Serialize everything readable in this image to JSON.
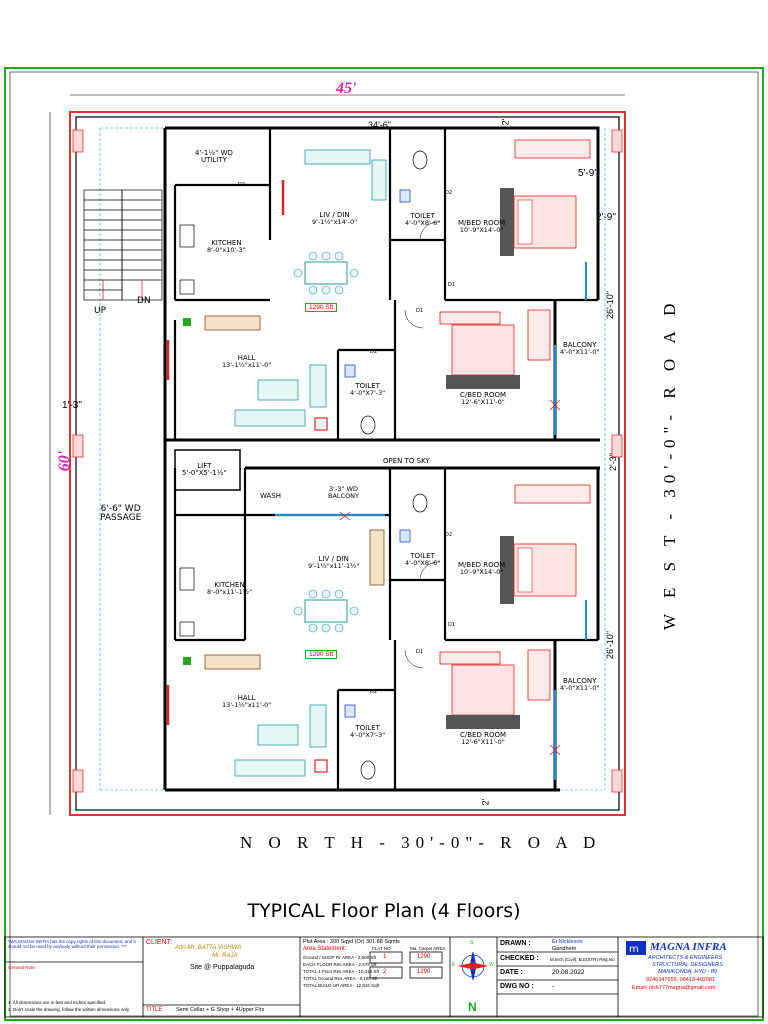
{
  "plot": {
    "width_dim": "45'",
    "depth_dim": "60'",
    "inner_width_dim": "34'-6\"",
    "side_setback_top": "2'",
    "side_setback_bottom": "2'",
    "left_setback": "1'-3\"",
    "right_dims": [
      "5'-9\"",
      "2'-9\"",
      "26'-10\"",
      "2'-3\"",
      "26'-10\""
    ]
  },
  "roads": {
    "north": "N O R T H - 30'-0\"- R O A D",
    "west": "W E S T - 30'-0\"- R O A D"
  },
  "stairs": {
    "up": "UP",
    "dn": "DN"
  },
  "passage": {
    "label": "6'-6\" WD",
    "label2": "PASSAGE"
  },
  "open_to_sky": "OPEN TO SKY",
  "lift": {
    "name": "LIFT",
    "size": "5'-0\"X5'-1½\""
  },
  "wash": "WASH",
  "balcony_mid": {
    "name": "3'-3\" WD",
    "name2": "BALCONY"
  },
  "doors": {
    "d1": "D1",
    "d2": "D2"
  },
  "unit1": {
    "utility": {
      "name": "4'-1½\" WD",
      "name2": "UTILITY"
    },
    "kitchen": {
      "name": "KITCHEN",
      "size": "8'-0\"x10'-3\""
    },
    "liv": {
      "name": "LIV / DIN",
      "size": "9'-1½\"x14'-0\""
    },
    "area": "1290 Sft",
    "hall": {
      "name": "HALL",
      "size": "13'-1½\"x11'-0\""
    },
    "toilet1": {
      "name": "TOILET",
      "size": "4'-0\"X8'-6\""
    },
    "toilet2": {
      "name": "TOILET",
      "size": "4'-0\"X7'-3\""
    },
    "mbed": {
      "name": "M/BED ROOM",
      "size": "10'-9\"X14'-0\""
    },
    "cbed": {
      "name": "C/BED ROOM",
      "size": "12'-6\"X11'-0\""
    },
    "balcony": {
      "name": "BALCONY",
      "size": "4'-0\"X11'-0\""
    }
  },
  "unit2": {
    "kitchen": {
      "name": "KITCHEN",
      "size": "8'-0\"x11'-1½\""
    },
    "liv": {
      "name": "LIV / DIN",
      "size": "9'-1½\"x11'-1½\""
    },
    "area": "1290 Sft",
    "hall": {
      "name": "HALL",
      "size": "13'-1½\"x11'-0\""
    },
    "toilet1": {
      "name": "TOILET",
      "size": "4'-0\"X8'-6\""
    },
    "toilet2": {
      "name": "TOILET",
      "size": "4'-0\"X7'-3\""
    },
    "mbed": {
      "name": "M/BED ROOM",
      "size": "10'-9\"X14'-0\""
    },
    "cbed": {
      "name": "C/BED ROOM",
      "size": "12'-6\"X11'-0\""
    },
    "balcony": {
      "name": "BALCONY",
      "size": "4'-0\"X11'-0\""
    }
  },
  "title": "TYPICAL Floor Plan (4 Floors)",
  "titleblock": {
    "notice": "*M/s MAGNA INFRA has the copy rights of this document, and it should not be used by anybody without their permission. ***",
    "general_note_label": "General Note:",
    "notes": [
      "1. All dimensions are in feet and inches specified.",
      "2. Don't scale the drawing, follow the written dimensions only"
    ],
    "client_label": "CLIENT:",
    "client_name1": "Attn-Mr. BATTA VISHWA",
    "client_name2": "Mr. RAJA",
    "site": "Site @ Puppalaguda",
    "title_label": "TITLE :",
    "title_value": "Semi Cellar + G Shop + 4Upper Flrs",
    "plot_area": "Plot Area : 300 Sqyd (Or) 301.88 Sqmts",
    "area_statement": "Area Statement:",
    "area_rows": [
      "Ground / SHOP Flr AREA - 2,500 Sft",
      "EACH FLOOR Res AREA - 2,579 Sft",
      "TOTAL 4 Floor Res AREA - 10,316 Sft",
      "TOTAL Ground Res AREA - 8,100 Sft",
      "TOTAL BUILD-UP AREA - 12,816 Sqft"
    ],
    "flat_no_header": "FLAT NO",
    "flat_area_header": "Ma. Carpet AREA",
    "flats": [
      {
        "no": "1",
        "area": "1290"
      },
      {
        "no": "2",
        "area": "1290"
      }
    ],
    "compass": {
      "n": "N",
      "s": "S",
      "e": "E",
      "w": "W"
    },
    "drawn_label": "DRAWN :",
    "drawn_value1": "Er.Nickleson",
    "drawn_value2": "Gandhem",
    "checked_label": "CHECKED :",
    "checked_value": "M.tech (Civil), B.E(STR) Reg.No",
    "date_label": "DATE :",
    "date_value": "20.08.2022",
    "dwg_label": "DWG NO :",
    "dwg_value": "-",
    "firm_name": "MAGNA INFRA",
    "firm_line1": "ARCHITECTS & ENGINEERS",
    "firm_line2": "STRUCTURAL DESIGNERS",
    "firm_line3": "MANIKONDA, HYD - 89",
    "firm_phone": "9246347659, 08413-402081",
    "firm_email": "Email- nick777magna@gmail.com"
  }
}
